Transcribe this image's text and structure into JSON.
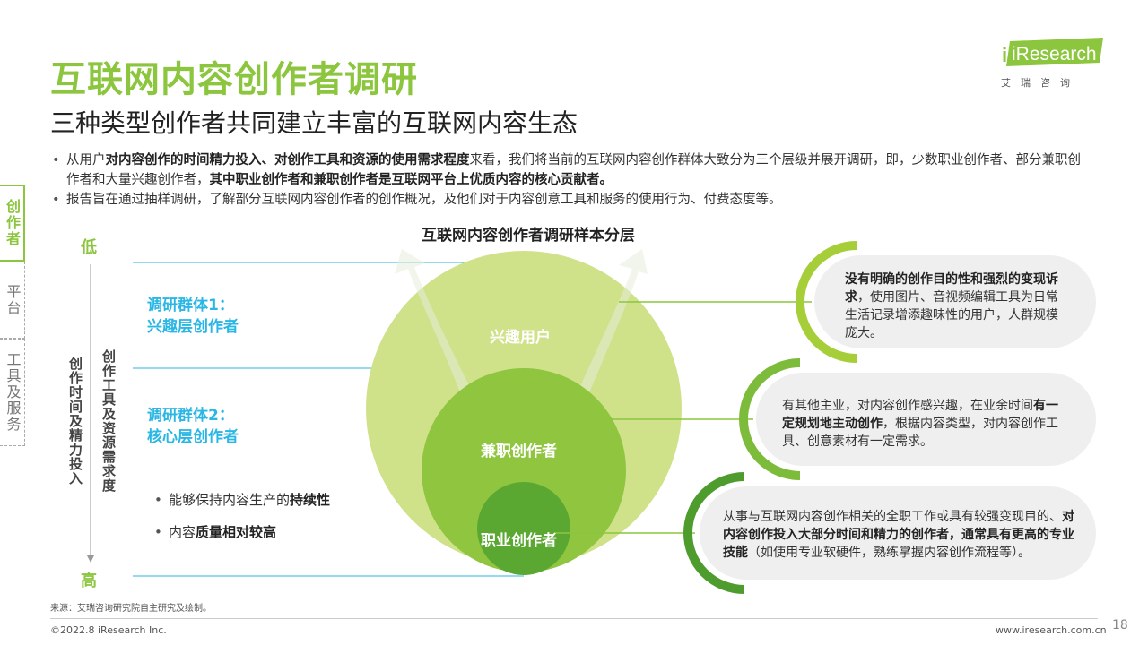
{
  "header": {
    "title": "互联网内容创作者调研",
    "subtitle": "三种类型创作者共同建立丰富的互联网内容生态"
  },
  "logo": {
    "brand": "iResearch",
    "tagline": "艾瑞咨询"
  },
  "bullets": [
    {
      "t1": "从用户",
      "b1": "对内容创作的时间精力投入、对创作工具和资源的使用需求程度",
      "t2": "来看，我们将当前的互联网内容创作群体大致分为三个层级并展开调研，即，少数职业创作者、部分兼职创作者和大量兴趣创作者，",
      "b2": "其中职业创作者和兼职创作者是互联网平台上优质内容的核心贡献者。"
    },
    {
      "t1": "报告旨在通过抽样调研，了解部分互联网内容创作者的创作概况，及他们对于内容创意工具和服务的使用行为、付费态度等。"
    }
  ],
  "sidebar": {
    "items": [
      {
        "label": "创作者",
        "active": true
      },
      {
        "label": "平台",
        "active": false
      },
      {
        "label": "工具及服务",
        "active": false
      }
    ]
  },
  "diagram": {
    "title": "互联网内容创作者调研样本分层",
    "axis_low": "低",
    "axis_high": "高",
    "axis_label_1": "创作时间及精力投入",
    "axis_label_2": "创作工具及资源需求度",
    "group1": {
      "line1": "调研群体1：",
      "line2": "兴趣层创作者"
    },
    "group2": {
      "line1": "调研群体2：",
      "line2": "核心层创作者"
    },
    "core_points": [
      {
        "text": "能够保持内容生产的",
        "bold": "持续性"
      },
      {
        "text": "内容",
        "bold": "质量相对较高"
      }
    ],
    "circles": {
      "outer": "兴趣用户",
      "middle": "兼职创作者",
      "inner": "职业创作者"
    },
    "descriptions": {
      "interest": {
        "b1": "没有明确的创作目的性和强烈的变现诉求",
        "t1": "，使用图片、音视频编辑工具为日常生活记录增添趣味性的用户，人群规模庞大。"
      },
      "parttime": {
        "t1": "有其他主业，对内容创作感兴趣，在业余时间",
        "b1": "有一定规划地主动创作",
        "t2": "，根据内容类型，对内容创作工具、创意素材有一定需求。"
      },
      "professional": {
        "t1": "从事与互联网内容创作相关的全职工作或具有较强变现目的、",
        "b1": "对内容创作投入大部分时间和精力的创作者，通常具有更高的专业技能",
        "t2": "（如使用专业软硬件，熟练掌握内容创作流程等）。"
      }
    },
    "colors": {
      "green": "#8cc63f",
      "blue": "#2ab7e6"
    }
  },
  "footer": {
    "source": "来源：艾瑞咨询研究院自主研究及绘制。",
    "copyright": "©2022.8 iResearch Inc.",
    "site": "www.iresearch.com.cn",
    "page": "18"
  }
}
